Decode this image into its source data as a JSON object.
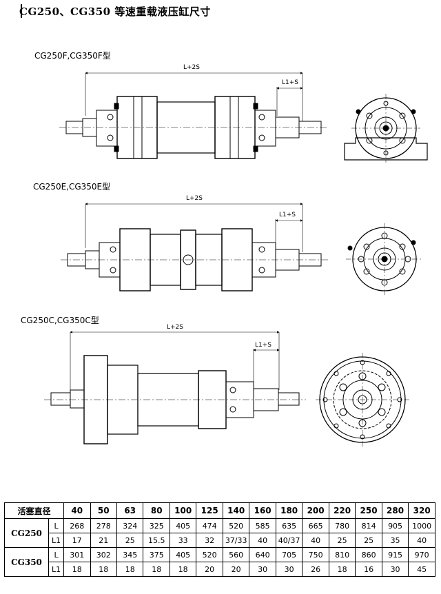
{
  "page": {
    "title": "CG250、CG350 等速重载液压缸尺寸"
  },
  "drawings": [
    {
      "label": "CG250F,CG350F型",
      "dim_total": "L+2S",
      "dim_stroke": "L1+S"
    },
    {
      "label": "CG250E,CG350E型",
      "dim_total": "L+2S",
      "dim_stroke": "L1+S"
    },
    {
      "label": "CG250C,CG350C型",
      "dim_total": "L+2S",
      "dim_stroke": "L1+S"
    }
  ],
  "table": {
    "header_label": "活塞直径",
    "diameters": [
      "40",
      "50",
      "63",
      "80",
      "100",
      "125",
      "140",
      "160",
      "180",
      "200",
      "220",
      "250",
      "280",
      "320"
    ],
    "models": [
      {
        "name": "CG250",
        "rows": [
          {
            "param": "L",
            "values": [
              "268",
              "278",
              "324",
              "325",
              "405",
              "474",
              "520",
              "585",
              "635",
              "665",
              "780",
              "814",
              "905",
              "1000"
            ]
          },
          {
            "param": "L1",
            "values": [
              "17",
              "21",
              "25",
              "15.5",
              "33",
              "32",
              "37/33",
              "40",
              "40/37",
              "40",
              "25",
              "25",
              "35",
              "40"
            ]
          }
        ]
      },
      {
        "name": "CG350",
        "rows": [
          {
            "param": "L",
            "values": [
              "301",
              "302",
              "345",
              "375",
              "405",
              "520",
              "560",
              "640",
              "705",
              "750",
              "810",
              "860",
              "915",
              "970"
            ]
          },
          {
            "param": "L1",
            "values": [
              "18",
              "18",
              "18",
              "18",
              "18",
              "20",
              "20",
              "30",
              "30",
              "26",
              "18",
              "16",
              "30",
              "45"
            ]
          }
        ]
      }
    ]
  }
}
